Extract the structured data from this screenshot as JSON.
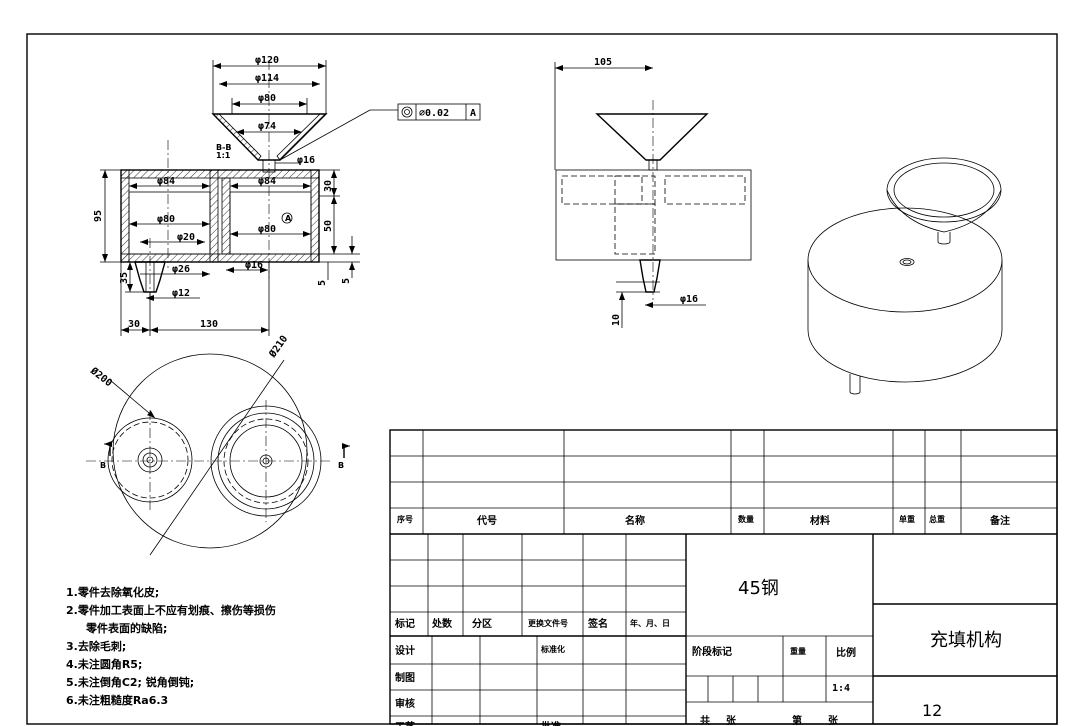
{
  "dimensions": {
    "d120": "φ120",
    "d114": "φ114",
    "d80_top": "φ80",
    "d74": "φ74",
    "d16_top": "φ16",
    "d84_left": "φ84",
    "d84_right": "φ84",
    "d80_left": "φ80",
    "d80_right": "φ80",
    "d20": "φ20",
    "d26": "φ26",
    "d16_bottom": "φ16",
    "d12": "φ12",
    "h95": "95",
    "h30": "30",
    "h50": "50",
    "h5a": "5",
    "h5b": "5",
    "h35": "35",
    "w30": "30",
    "w130": "130",
    "w105": "105",
    "h10": "10",
    "d16_front": "φ16",
    "r200": "Ø200",
    "r210": "Ø210"
  },
  "section_label": "B-B\n1:1",
  "section_label_l1": "B-B",
  "section_label_l2": "1:1",
  "datum_a": "A",
  "b_mark_left": "B",
  "b_mark_right": "B",
  "tolerance": {
    "value": "∅0.02",
    "datum": "A"
  },
  "notes": [
    "1.零件去除氧化皮;",
    "2.零件加工表面上不应有划痕、擦伤等损伤",
    "零件表面的缺陷;",
    "3.去除毛刺;",
    "4.未注圆角R5;",
    "5.未注倒角C2; 锐角倒钝;",
    "6.未注粗糙度Ra6.3"
  ],
  "title_block": {
    "headers": {
      "no": "序号",
      "code": "代号",
      "name": "名称",
      "qty": "数量",
      "material": "材料",
      "unit_weight": "单重",
      "total_weight": "总重",
      "remark": "备注"
    },
    "revision": {
      "mark": "标记",
      "count": "处数",
      "zone": "分区",
      "doc": "更换文件号",
      "sign": "签名",
      "date": "年、月、日"
    },
    "roles": {
      "design": "设计",
      "standard": "标准化",
      "draft": "制图",
      "check": "审核",
      "craft": "工艺",
      "approve": "批准"
    },
    "material": "45钢",
    "drawing_name": "充填机构",
    "stage": "阶段标记",
    "weight": "重量",
    "scale": "比例",
    "scale_value": "1:4",
    "drawing_no": "12",
    "total": "共",
    "sheet": "张",
    "nth": "第",
    "sheet2": "张"
  }
}
